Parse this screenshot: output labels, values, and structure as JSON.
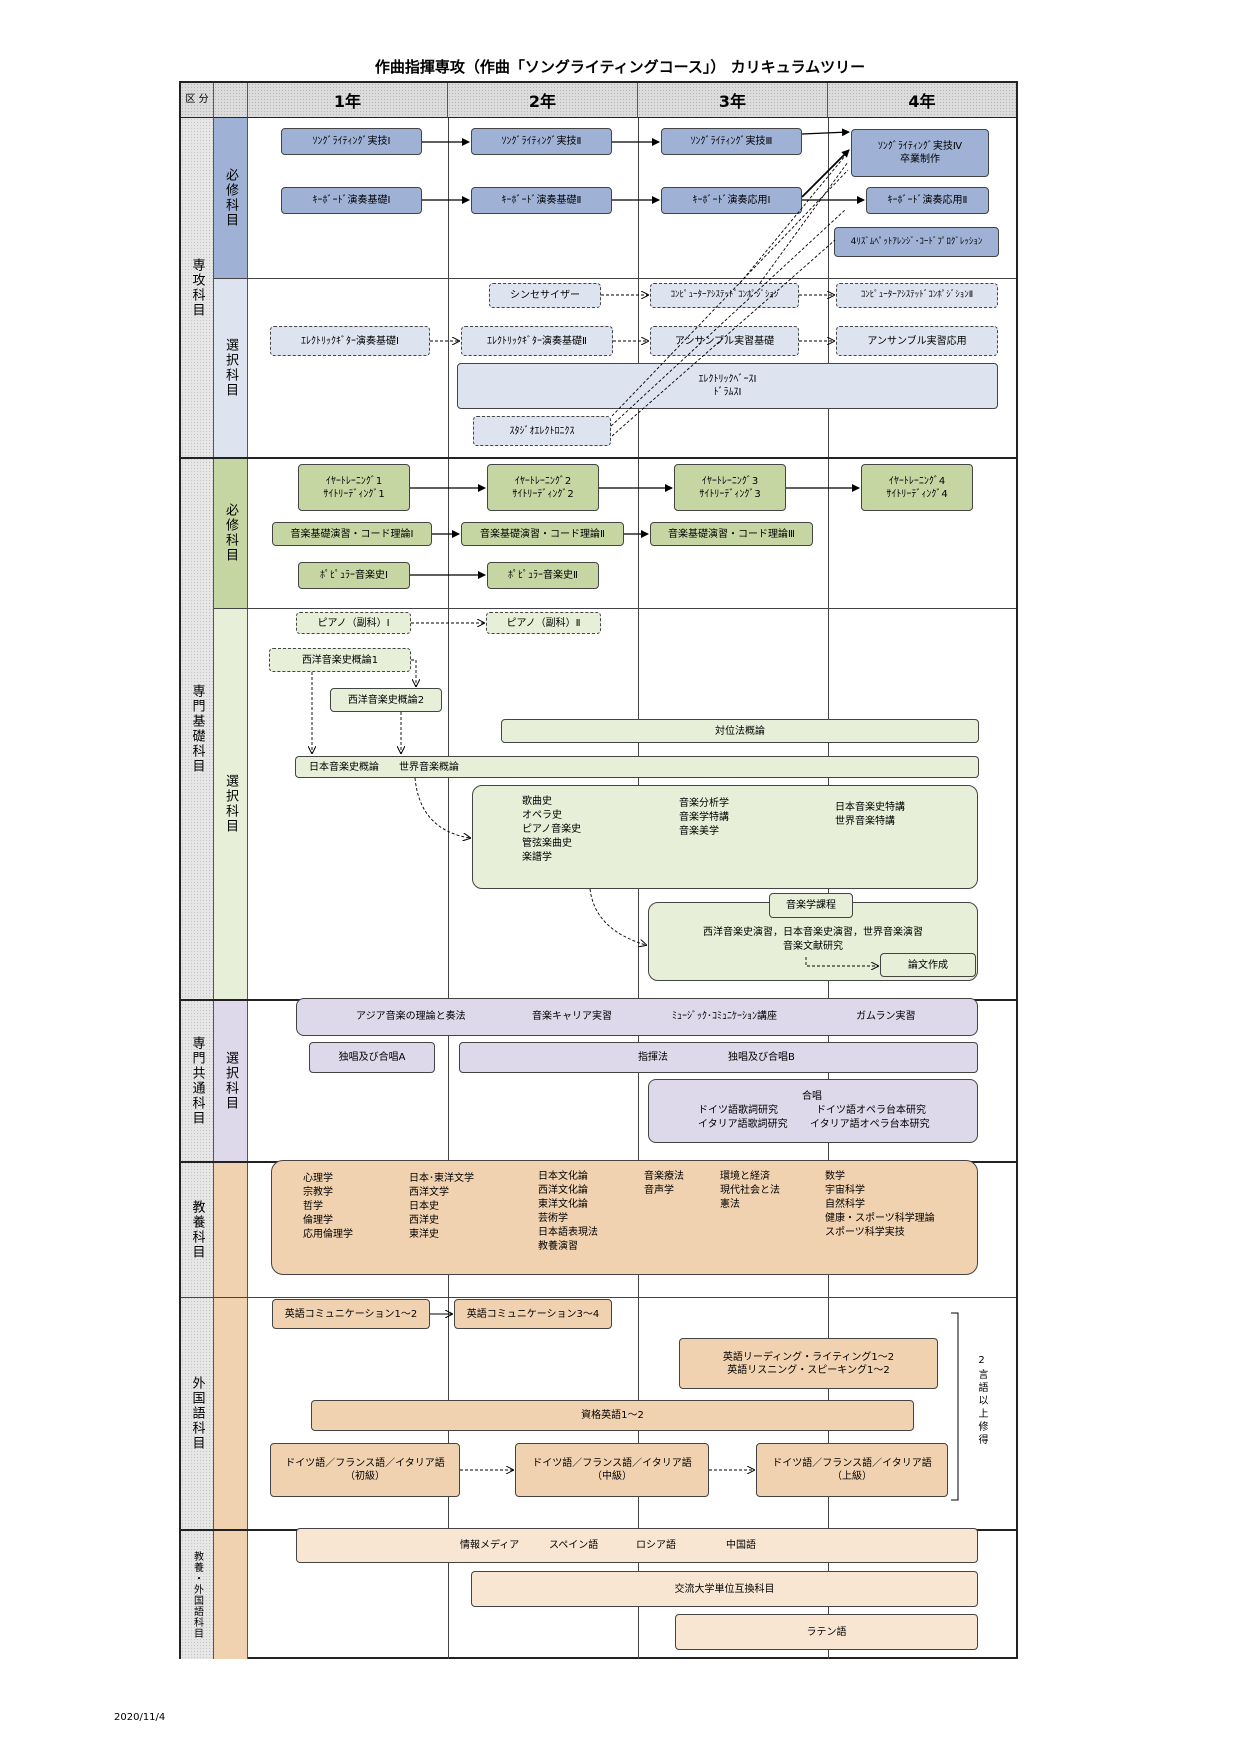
{
  "title": "作曲指揮専攻（作曲「ソングライティングコース」） カリキュラムツリー",
  "footer_date": "2020/11/4",
  "header": {
    "kubun": "区\n分",
    "years": [
      "1年",
      "2年",
      "3年",
      "4年"
    ]
  },
  "categories": {
    "senko": "専攻科目",
    "senmon": "専門基礎科目",
    "kyotsu": "専門共通科目",
    "kyoyo": "教養科目",
    "gaikoku": "外国語科目",
    "kyoyo_gaikoku": "教養・外国語科目",
    "hissyu": "必修科目",
    "sentaku": "選択科目"
  },
  "senko_hissyu": {
    "song1": "ｿﾝｸﾞﾗｲﾃｨﾝｸﾞ実技Ⅰ",
    "song2": "ｿﾝｸﾞﾗｲﾃｨﾝｸﾞ実技Ⅱ",
    "song3": "ｿﾝｸﾞﾗｲﾃｨﾝｸﾞ実技Ⅲ",
    "song4": "ｿﾝｸﾞﾗｲﾃｨﾝｸﾞ実技Ⅳ\n卒業制作",
    "kb1": "ｷｰﾎﾞｰﾄﾞ演奏基礎Ⅰ",
    "kb2": "ｷｰﾎﾞｰﾄﾞ演奏基礎Ⅱ",
    "kb3": "ｷｰﾎﾞｰﾄﾞ演奏応用Ⅰ",
    "kb4": "ｷｰﾎﾞｰﾄﾞ演奏応用Ⅱ",
    "rhythm": "4ﾘｽﾞﾑﾍﾟｯﾄｱﾚﾝｼﾞ･ｺｰﾄﾞﾌﾟﾛｸﾞﾚｯｼｮﾝ"
  },
  "senko_sentaku": {
    "synth": "シンセサイザー",
    "cac1": "ｺﾝﾋﾟｭｰﾀｰｱｼｽﾃｯﾄﾞｺﾝﾎﾟｼﾞｼｮﾝ",
    "cac2": "ｺﾝﾋﾟｭｰﾀｰｱｼｽﾃｯﾄﾞｺﾝﾎﾟｼﾞｼｮﾝⅡ",
    "eg1": "ｴﾚｸﾄﾘｯｸｷﾞﾀｰ演奏基礎Ⅰ",
    "eg2": "ｴﾚｸﾄﾘｯｸｷﾞﾀｰ演奏基礎Ⅱ",
    "ens1": "アンサンブル実習基礎",
    "ens2": "アンサンブル実習応用",
    "bass_drums": "ｴﾚｸﾄﾘｯｸﾍﾞｰｽⅠ\nﾄﾞﾗﾑｽⅠ",
    "studio": "ｽﾀｼﾞｵｴﾚｸﾄﾛﾆｸｽ"
  },
  "senmon_hissyu": {
    "ear1": "ｲﾔｰﾄﾚｰﾆﾝｸﾞ1\nｻｲﾄﾘｰﾃﾞｨﾝｸﾞ1",
    "ear2": "ｲﾔｰﾄﾚｰﾆﾝｸﾞ2\nｻｲﾄﾘｰﾃﾞｨﾝｸﾞ2",
    "ear3": "ｲﾔｰﾄﾚｰﾆﾝｸﾞ3\nｻｲﾄﾘｰﾃﾞｨﾝｸﾞ3",
    "ear4": "ｲﾔｰﾄﾚｰﾆﾝｸﾞ4\nｻｲﾄﾘｰﾃﾞｨﾝｸﾞ4",
    "theory1": "音楽基礎演習・コード理論Ⅰ",
    "theory2": "音楽基礎演習・コード理論Ⅱ",
    "theory3": "音楽基礎演習・コード理論Ⅲ",
    "pop1": "ﾎﾟﾋﾟｭﾗｰ音楽史Ⅰ",
    "pop2": "ﾎﾟﾋﾟｭﾗｰ音楽史Ⅱ"
  },
  "senmon_sentaku": {
    "piano1": "ピアノ（副科）Ⅰ",
    "piano2": "ピアノ（副科）Ⅱ",
    "west1": "西洋音楽史概論1",
    "west2": "西洋音楽史概論2",
    "counterpoint": "対位法概論",
    "japan_hist": "日本音楽史概論",
    "world_hist": "世界音楽概論",
    "group_a": "歌曲史\nオペラ史\nピアノ音楽史\n管弦楽曲史\n楽譜学",
    "group_b": "音楽分析学\n音楽学特講\n音楽美学",
    "group_c": "日本音楽史特講\n世界音楽特講",
    "ongakugaku": "音楽学課程",
    "enshu": "西洋音楽史演習，日本音楽史演習，世界音楽演習\n音楽文献研究",
    "ronbun": "論文作成"
  },
  "kyotsu": {
    "asia": "アジア音楽の理論と奏法",
    "career": "音楽キャリア実習",
    "music_comm": "ﾐｭｰｼﾞｯｸ･ｺﾐｭﾆｹｰｼｮﾝ講座",
    "gamelan": "ガムラン実習",
    "dokusho_a": "独唱及び合唱A",
    "shiki": "指揮法",
    "dokusho_b": "独唱及び合唱B",
    "gassho": "合唱",
    "german_lyrics": "ドイツ語歌詞研究",
    "italian_lyrics": "イタリア語歌詞研究",
    "german_opera": "ドイツ語オペラ台本研究",
    "italian_opera": "イタリア語オペラ台本研究"
  },
  "kyoyo": {
    "col1": "心理学\n宗教学\n哲学\n倫理学\n応用倫理学",
    "col2": "日本･東洋文学\n西洋文学\n日本史\n西洋史\n東洋史",
    "col3": "日本文化論\n西洋文化論\n東洋文化論\n芸術学\n日本語表現法\n教養演習",
    "col4": "音楽療法\n音声学",
    "col5": "環境と経済\n現代社会と法\n憲法",
    "col6": "数学\n宇宙科学\n自然科学\n健康・スポーツ科学理論\nスポーツ科学実技"
  },
  "gaikoku": {
    "eng12": "英語コミュニケーション1～2",
    "eng34": "英語コミュニケーション3～4",
    "eng_rw": "英語リーディング・ライティング1～2\n英語リスニング・スピーキング1～2",
    "shikaku": "資格英語1～2",
    "lang_basic": "ドイツ語／フランス語／イタリア語\n（初級）",
    "lang_mid": "ドイツ語／フランス語／イタリア語\n（中級）",
    "lang_adv": "ドイツ語／フランス語／イタリア語\n（上級）",
    "note": "2言語以上修得"
  },
  "kyoyo_gaikoku": {
    "joho": "情報メディア",
    "spanish": "スペイン語",
    "russian": "ロシア語",
    "chinese": "中国語",
    "exchange": "交流大学単位互換科目",
    "latin": "ラテン語"
  },
  "colors": {
    "blue": "#9fb2d6",
    "light_blue": "#dde3ef",
    "green": "#c6d6a3",
    "light_green": "#e7efd8",
    "purple": "#ddd8ea",
    "orange": "#f1d2b0",
    "light_orange": "#f8e6d3"
  }
}
